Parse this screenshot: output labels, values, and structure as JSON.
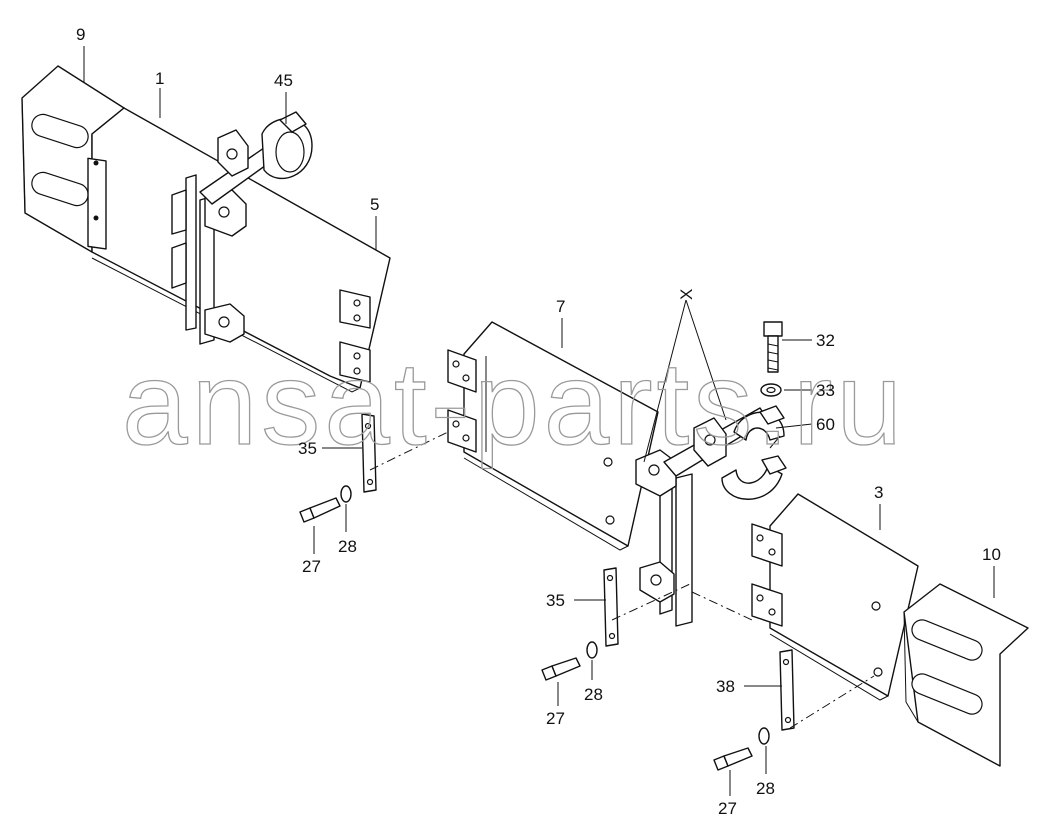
{
  "watermark": "ansat-parts.ru",
  "detail_marker": "X",
  "labels": {
    "p9": "9",
    "p1": "1",
    "p45": "45",
    "p5": "5",
    "p7": "7",
    "p32": "32",
    "p33": "33",
    "p60": "60",
    "p35a": "35",
    "p27a": "27",
    "p28a": "28",
    "p3": "3",
    "p10": "10",
    "p35b": "35",
    "p27b": "27",
    "p28b": "28",
    "p38": "38",
    "p27c": "27",
    "p28c": "28"
  }
}
